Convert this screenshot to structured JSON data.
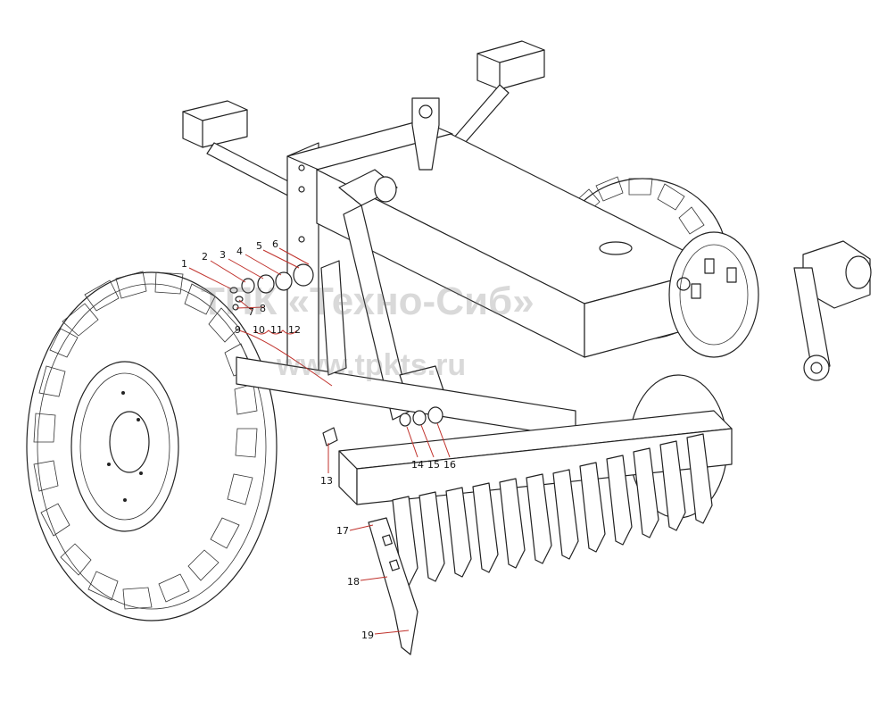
{
  "watermark": {
    "company": "ТПК «Техно-Сиб»",
    "url": "www.tpkts.ru"
  },
  "callouts": [
    {
      "id": "1",
      "text": "1"
    },
    {
      "id": "2",
      "text": "2"
    },
    {
      "id": "3",
      "text": "3"
    },
    {
      "id": "4",
      "text": "4"
    },
    {
      "id": "5",
      "text": "5"
    },
    {
      "id": "6",
      "text": "6"
    },
    {
      "id": "7",
      "text": "7"
    },
    {
      "id": "8",
      "text": "8"
    },
    {
      "id": "9",
      "text": "9"
    },
    {
      "id": "10",
      "text": "10"
    },
    {
      "id": "11",
      "text": "11"
    },
    {
      "id": "12",
      "text": "12"
    },
    {
      "id": "13",
      "text": "13"
    },
    {
      "id": "14",
      "text": "14"
    },
    {
      "id": "15",
      "text": "15"
    },
    {
      "id": "16",
      "text": "16"
    },
    {
      "id": "17",
      "text": "17"
    },
    {
      "id": "18",
      "text": "18"
    },
    {
      "id": "19",
      "text": "19"
    }
  ]
}
